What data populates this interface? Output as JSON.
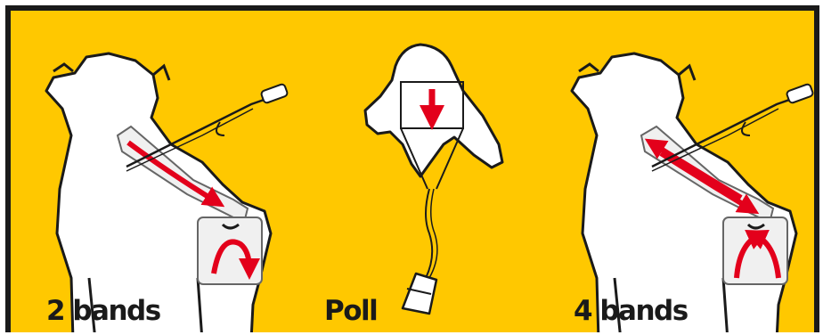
{
  "labels": {
    "left": "2 bands",
    "middle": "Poll",
    "right": "4 bands"
  },
  "colors": {
    "background": "#ffc800",
    "frame": "#1a1a1a",
    "arrow": "#e3001b",
    "body": "#ffffff"
  },
  "icons": [
    "sheep-rear-icon",
    "sheep-head-top-icon",
    "applicator-gun-icon",
    "red-arrow-icon"
  ]
}
